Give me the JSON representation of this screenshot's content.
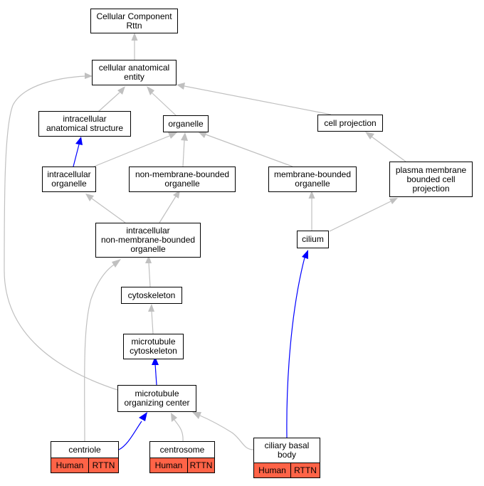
{
  "nodes": {
    "root": "Cellular Component\nRttn",
    "cellular_anatomical_entity": "cellular anatomical\nentity",
    "intracellular_anatomical_structure": "intracellular\nanatomical structure",
    "organelle": "organelle",
    "cell_projection": "cell projection",
    "intracellular_organelle": "intracellular\norganelle",
    "non_membrane_bounded_organelle": "non-membrane-bounded\norganelle",
    "membrane_bounded_organelle": "membrane-bounded\norganelle",
    "plasma_membrane_bounded_cell_projection": "plasma membrane\nbounded cell\nprojection",
    "intracellular_non_membrane_bounded_organelle": "intracellular\nnon-membrane-bounded\norganelle",
    "cilium": "cilium",
    "cytoskeleton": "cytoskeleton",
    "microtubule_cytoskeleton": "microtubule\ncytoskeleton",
    "microtubule_organizing_center": "microtubule\norganizing center",
    "centriole": "centriole",
    "centrosome": "centrosome",
    "ciliary_basal_body": "ciliary basal\nbody"
  },
  "annotations": {
    "centriole": {
      "species": "Human",
      "gene": "RTTN"
    },
    "centrosome": {
      "species": "Human",
      "gene": "RTTN"
    },
    "ciliary_basal_body": {
      "species": "Human",
      "gene": "RTTN"
    }
  },
  "colors": {
    "edge_is_a": "#c0c0c0",
    "edge_part_of": "#0000ff",
    "annotation_fill": "#ff6347"
  }
}
